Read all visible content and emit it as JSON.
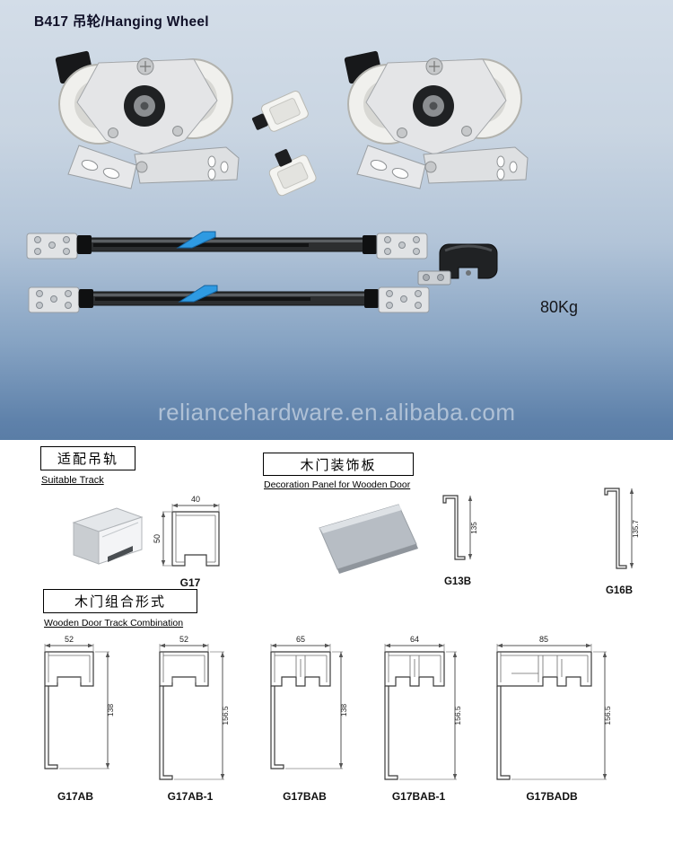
{
  "page": {
    "title": "B417 吊轮/Hanging Wheel",
    "weight": "80Kg",
    "watermark": "reliancehardware.en.alibaba.com"
  },
  "colors": {
    "hero_top": "#d3dde8",
    "hero_bottom": "#5a7da6",
    "clip_blue": "#2e9ae2"
  },
  "sections": {
    "suitable_track": {
      "label_zh": "适配吊轨",
      "label_en": "Suitable Track"
    },
    "decoration_panel": {
      "label_zh": "木门装饰板",
      "label_en": "Decoration Panel for Wooden Door"
    },
    "combination": {
      "label_zh": "木门组合形式",
      "label_en": "Wooden Door Track Combination"
    }
  },
  "track": {
    "code": "G17",
    "width_mm": "40",
    "height_mm": "50"
  },
  "panels": [
    {
      "code": "G13B",
      "height_mm": "135"
    },
    {
      "code": "G16B",
      "height_mm": "135.7"
    }
  ],
  "combinations": [
    {
      "code": "G17AB",
      "width_mm": "52",
      "height_mm": "138"
    },
    {
      "code": "G17AB-1",
      "width_mm": "52",
      "height_mm": "156.5"
    },
    {
      "code": "G17BAB",
      "width_mm": "65",
      "height_mm": "138"
    },
    {
      "code": "G17BAB-1",
      "width_mm": "64",
      "height_mm": "156.5"
    },
    {
      "code": "G17BADB",
      "width_mm": "85",
      "height_mm": "156.5"
    }
  ]
}
